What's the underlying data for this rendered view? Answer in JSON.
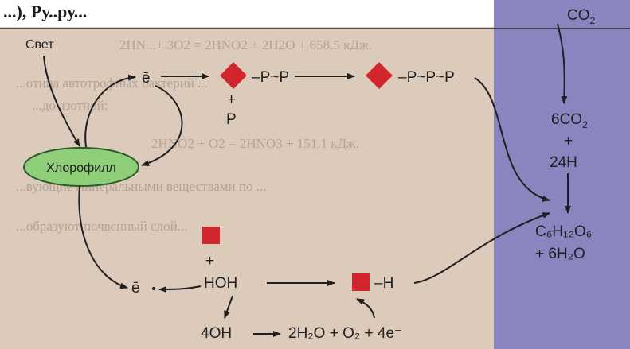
{
  "header": {
    "text": "...), Ру..ру..."
  },
  "background_text": [
    "2HN...+ 3O2 = 2HNO2 + 2H2O + 658.5 кДж.",
    "...отипа автотрофных бактерий ...",
    "...до азотной:",
    "2HNO2 + O2 = 2HNO3 + 151.1 кДж.",
    "...вующие минеральными веществами по ...",
    "...образуют почвенный слой..."
  ],
  "labels": {
    "light": "Свет",
    "chlorophyll": "Хлорофилл",
    "electron_top": "ē",
    "electron_bottom": "ē",
    "p_chain_1": "–P~P",
    "p_plus": "+",
    "p_single": "P",
    "p_chain_2": "–P~P~P",
    "co2": "CO",
    "co2_sub": "2",
    "six_co2": "6CO",
    "six_co2_sub": "2",
    "plus_1": "+",
    "h24": "24H",
    "glucose": "C₆H₁₂O₆",
    "water_out": "+ 6H₂O",
    "hoh_plus": "+",
    "hoh": "HOH",
    "h_group": "–H",
    "four_oh": "4OH",
    "products": "2H₂O + O₂ + 4e⁻"
  },
  "colors": {
    "diamond": "#d2262c",
    "square": "#d2262c",
    "ellipse_fill": "#8fcf7a",
    "ellipse_stroke": "#2c5a2c",
    "right_panel": "#8a84bf"
  }
}
